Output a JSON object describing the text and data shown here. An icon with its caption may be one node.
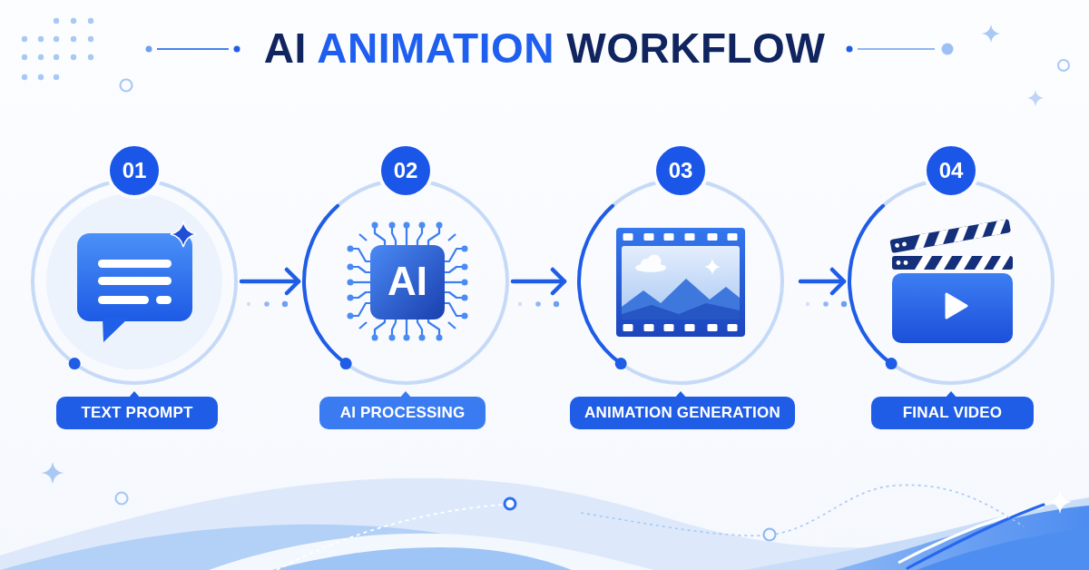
{
  "diagram": {
    "title": "AI ANIMATION WORKFLOW",
    "nodes": [
      {
        "text": [
          "01",
          "TEXT PROMPT"
        ]
      },
      {
        "text": [
          "02",
          "AI PROCESSING"
        ]
      },
      {
        "text": [
          "AI"
        ],
        "in": 1
      },
      {
        "text": [
          "03",
          "ANIMATION GENERATION"
        ]
      },
      {
        "text": [
          "04",
          "FINAL VIDEO"
        ]
      }
    ],
    "edges": [
      {
        "from": 0,
        "to": 1,
        "arrow": "to"
      },
      {
        "from": 1,
        "to": 3,
        "arrow": "to"
      },
      {
        "from": 3,
        "to": 4,
        "arrow": "to"
      }
    ]
  }
}
